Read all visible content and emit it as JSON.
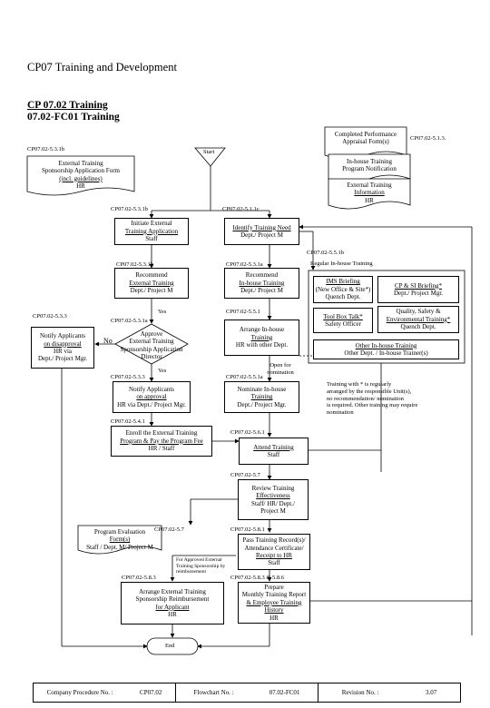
{
  "page_title": "CP07 Training and Development",
  "section_title": "CP 07.02 Training",
  "section_subtitle": "07.02-FC01 Training",
  "doc_completed": {
    "l1": "Completed Performance",
    "l2": "Appraisal Form(s)",
    "ref": "CP07.02-5.1.3."
  },
  "doc_inhouse": {
    "l1": "In-house Training",
    "l2": "Program Notification"
  },
  "doc_external_info": {
    "l1": "External Training",
    "l2": "Information",
    "l3": "HR"
  },
  "doc_sponsorship": {
    "l1": "External Training",
    "l2": "Sponsorship Application Form",
    "l3": "(incl. guidelines)",
    "l4": "HR"
  },
  "start": "Start",
  "end": "End",
  "ref_start": "CP07.02-5.3.1b",
  "ref_initiate": "CP07.02-5.3.1b",
  "ref_identify": "CP07.02-5.1.1c",
  "ref_recommend_ext": "CP07.02-5.3.1b",
  "ref_recommend_inh": "CP07.02-5.3.1a",
  "ref_regular": "CP07.02-5.5.1b",
  "regular_label": "Regular In-house Training",
  "ref_notify_reject": "CP07.02-5.3.3",
  "ref_approve": "CP07.02-5.3.1a",
  "ref_arrange": "CP07.02-5.5.1",
  "ref_notify_approve": "CP07.02-5.3.3",
  "ref_nominate": "CP07.02-5.5.1a",
  "ref_enroll": "CP07.02-5.4.1",
  "ref_attend": "CP07.02-5.6.1",
  "ref_review": "CP07.02-5.7",
  "ref_eval": "CP07.02-5.7",
  "ref_pass": "CP07.02-5.8.1",
  "ref_reimburse": "CP07.02-5.8.3",
  "ref_prepare": "CP07.02-5.8.3 & 5.8.6",
  "initiate": {
    "l1": "Initiate External",
    "l2": "Training Application",
    "l3": "Staff"
  },
  "identify": {
    "l1": "Identify Training Need",
    "l2": "Dept./ Project M"
  },
  "recommend_ext": {
    "l1": "Recommend",
    "l2": "External Training",
    "l3": "Dept./ Project M"
  },
  "recommend_inh": {
    "l1": "Recommend",
    "l2": "In-house Training",
    "l3": "Dept./ Project M"
  },
  "ims": {
    "l1": "IMS Briefing",
    "l2": "(New Office & Site*)",
    "l3": "Quench Dept."
  },
  "cpsi": {
    "l1": "CP & SI Briefing*",
    "l2": "Dept./ Project Mgr."
  },
  "toolbox": {
    "l1": "Tool Box Talk*",
    "l2": "Safety Officer"
  },
  "quality": {
    "l1": "Quality, Safety &",
    "l2": "Environmental Training*",
    "l3": "Quench Dept."
  },
  "other_inh": {
    "l1": "Other In-house Training",
    "l2": "Other Dept. / In-house Trainer(s)"
  },
  "yes1": "Yes",
  "yes2": "Yes",
  "no": "No",
  "notify_reject": {
    "l1": "Notify Applicants",
    "l2": "on disapproval",
    "l3": "HR via",
    "l4": "Dept./ Project Mgr."
  },
  "approve": {
    "l1": "Approve",
    "l2": "External Training",
    "l3": "Sponsorship Application",
    "l4": "Director"
  },
  "arrange": {
    "l1": "Arrange In-house",
    "l2": "Training",
    "l3": "HR with other Dept."
  },
  "open_nom": {
    "l1": "Open for",
    "l2": "nomination"
  },
  "note": {
    "l1": "Training with * is regularly",
    "l2": "arranged by the responsible Unit(s),",
    "l3": "no recommendation/ nomination",
    "l4": "is required.  Other training may require",
    "l5": "nomination"
  },
  "notify_approve": {
    "l1": "Notify Applicants",
    "l2": "on approval",
    "l3": "HR via Dept./ Project Mgr."
  },
  "nominate": {
    "l1": "Nominate In-house",
    "l2": "Training",
    "l3": "Dept./ Project Mgr."
  },
  "enroll": {
    "l1": "Enroll the External Training",
    "l2": "Program & Pay the Program Fee",
    "l3": "HR / Staff"
  },
  "attend": {
    "l1": "Attend Training",
    "l2": "Staff"
  },
  "review": {
    "l1": "Review Training",
    "l2": "Effectiveness",
    "l3": "Staff/ HR/ Dept./",
    "l4": "Project M"
  },
  "eval": {
    "l1": "Program Evaluation",
    "l2": "Form(s)",
    "l3": "Staff / Dept. M/ Project M"
  },
  "pass": {
    "l1": "Pass Training Record(s)/",
    "l2": "Attendance Certificate/",
    "l3": "Receipt to HR",
    "l4": "Staff"
  },
  "approved_note": {
    "l1": "For Approved External",
    "l2": "Training Sponsorship by",
    "l3": "reimbursement"
  },
  "reimburse": {
    "l1": "Arrange External Training",
    "l2": "Sponsorship Reimbursement",
    "l3": "for Applicant",
    "l4": "HR"
  },
  "prepare": {
    "l1": "Prepare",
    "l2": "Monthly Training Report",
    "l3": "& Employee Training History",
    "l4": "HR"
  },
  "footer": {
    "proc_label": "Company Procedure No. :",
    "proc_value": "CP07.02",
    "flow_label": "Flowchart No. :",
    "flow_value": "07.02-FC01",
    "rev_label": "Revision No. :",
    "rev_value": "3.07"
  }
}
